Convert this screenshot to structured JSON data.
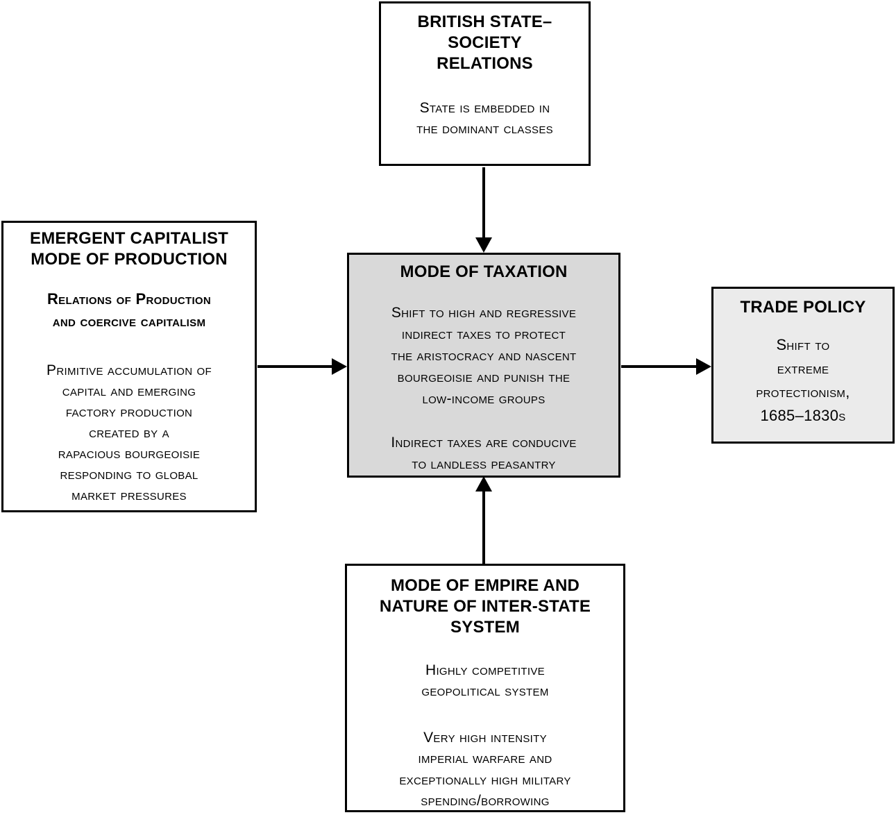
{
  "diagram": {
    "background": "#ffffff",
    "border_color": "#000000",
    "arrow_color": "#000000",
    "boxes": {
      "state_society": {
        "title": "BRITISH STATE–\nSOCIETY\nRELATIONS",
        "body": "State is embedded in\nthe dominant classes",
        "fill": "#ffffff"
      },
      "capitalist_mode": {
        "title": "EMERGENT CAPITALIST\nMODE OF PRODUCTION",
        "subtitle": "Relations of Production\nand coercive capitalism",
        "body": "Primitive accumulation of\ncapital and emerging\nfactory production\ncreated by a\nrapacious bourgeoisie\nresponding to global\nmarket pressures",
        "fill": "#ffffff"
      },
      "taxation": {
        "title": "MODE OF TAXATION",
        "body1": "Shift to high and regressive\nindirect taxes to protect\nthe aristocracy and nascent\nbourgeoisie and punish the\nlow-income groups",
        "body2": "Indirect taxes are conducive\nto landless peasantry",
        "fill": "#d9d9d9"
      },
      "trade_policy": {
        "title": "TRADE POLICY",
        "body": "Shift to\nextreme\nprotectionism,\n1685–1830s",
        "fill": "#ebebeb"
      },
      "empire": {
        "title": "MODE OF EMPIRE AND\nNATURE OF INTER-STATE\nSYSTEM",
        "body1": "Highly competitive\ngeopolitical system",
        "body2": "Very high intensity\nimperial warfare and\nexceptionally high military\nspending/borrowing",
        "fill": "#ffffff"
      }
    },
    "edges": [
      {
        "from": "BRITISH STATE–SOCIETY RELATIONS",
        "to": "MODE OF TAXATION"
      },
      {
        "from": "EMERGENT CAPITALIST MODE OF PRODUCTION",
        "to": "MODE OF TAXATION"
      },
      {
        "from": "MODE OF EMPIRE AND NATURE OF INTER-STATE SYSTEM",
        "to": "MODE OF TAXATION"
      },
      {
        "from": "MODE OF TAXATION",
        "to": "TRADE POLICY"
      }
    ]
  }
}
